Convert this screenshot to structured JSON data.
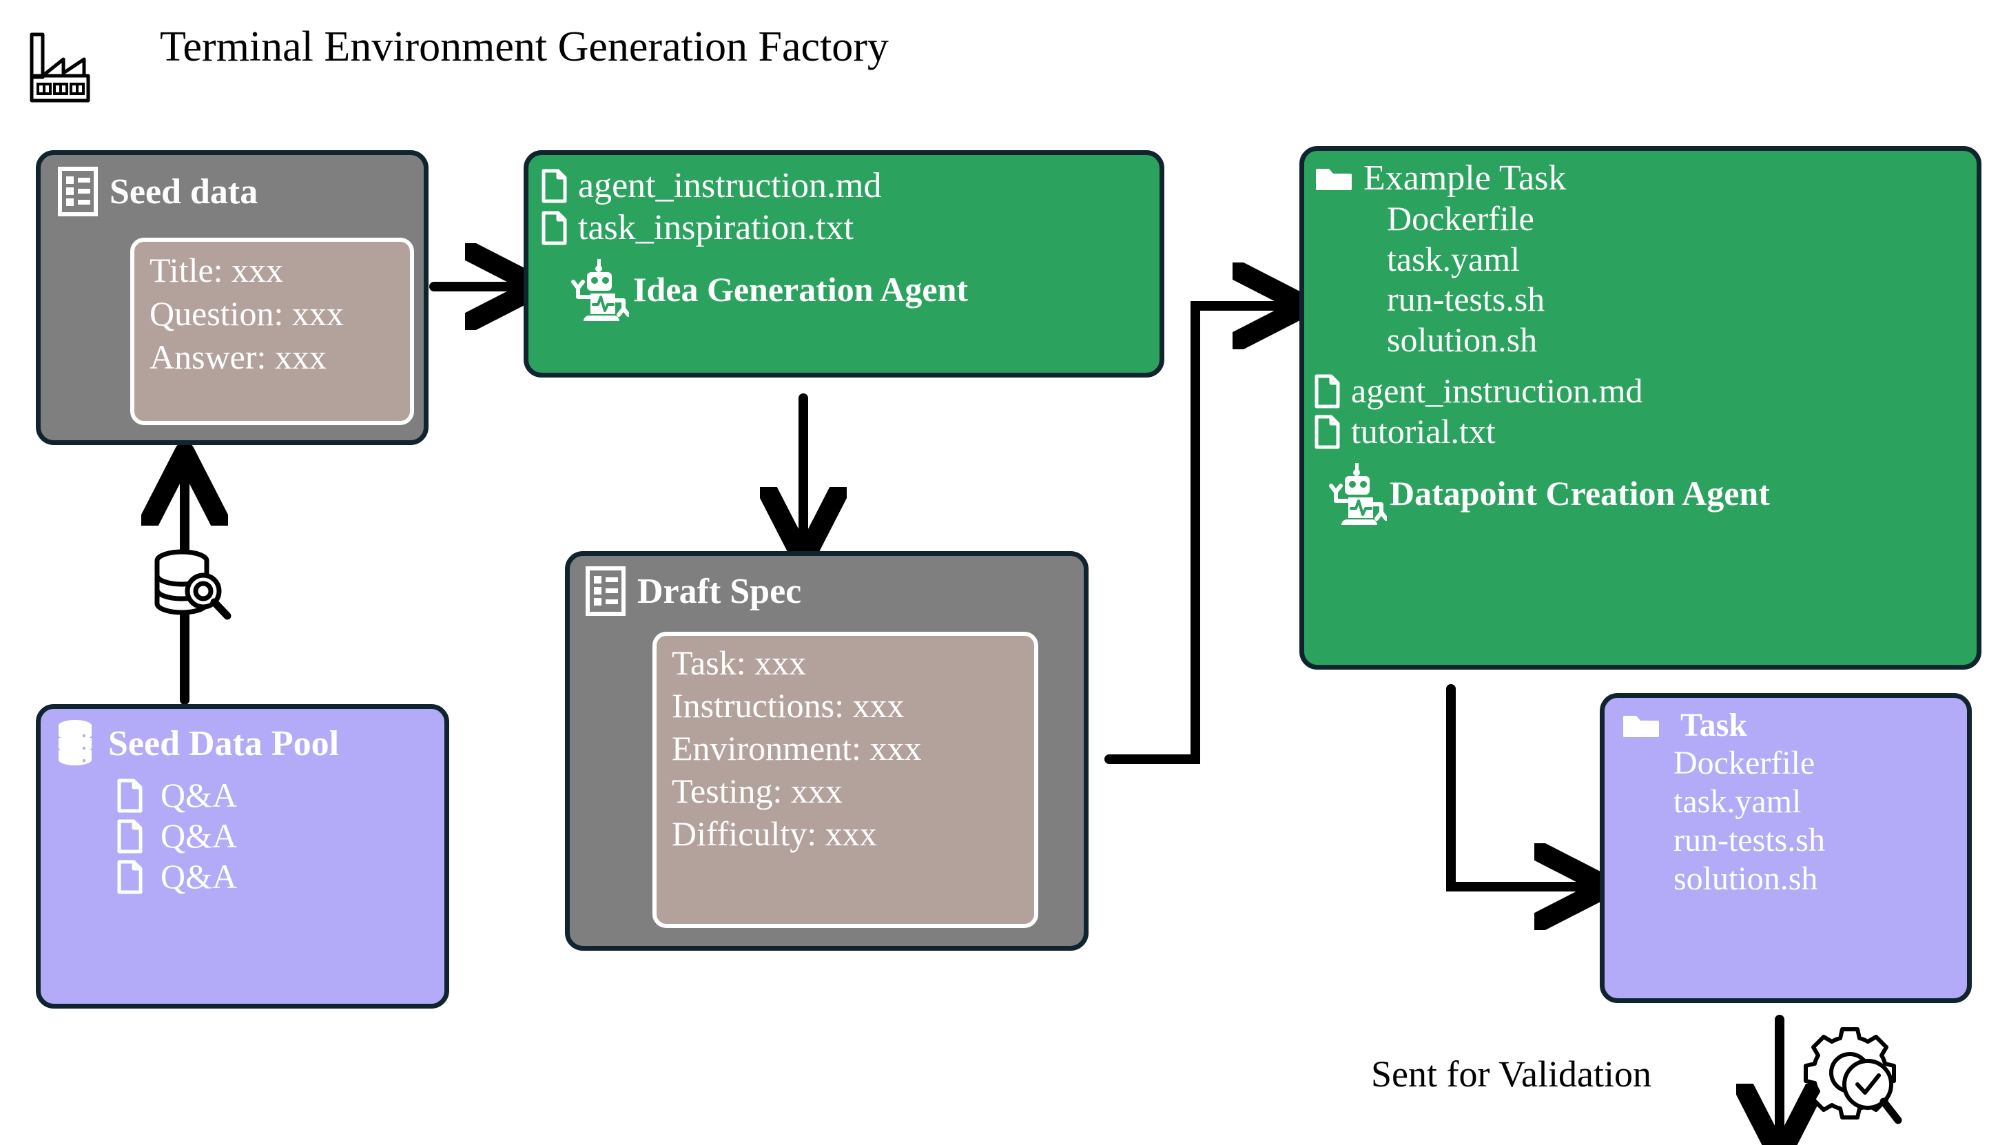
{
  "header": {
    "title": "Terminal Environment Generation Factory",
    "icon": "factory-icon"
  },
  "colors": {
    "green": "#2ba25e",
    "purple": "#b3abf7",
    "gray": "#7f7f7f",
    "inner_panel": "#b3a29c",
    "border": "#10242f",
    "arrow": "#000000",
    "text_on_card": "#ffffff",
    "page_text": "#000000"
  },
  "nodes": {
    "seed_data": {
      "title": "Seed data",
      "icon": "clipboard-list-icon",
      "fields": [
        "Title: xxx",
        "Question: xxx",
        "Answer: xxx"
      ]
    },
    "idea_agent": {
      "files": [
        "agent_instruction.md",
        "task_inspiration.txt"
      ],
      "agent_label": "Idea Generation Agent",
      "agent_icon": "robot-icon",
      "file_icon": "file-icon"
    },
    "draft_spec": {
      "title": "Draft Spec",
      "icon": "clipboard-list-icon",
      "fields": [
        "Task: xxx",
        "Instructions: xxx",
        "Environment: xxx",
        "Testing: xxx",
        "Difficulty: xxx"
      ]
    },
    "example_task": {
      "title": "Example Task",
      "folder_icon": "folder-icon",
      "contents": [
        "Dockerfile",
        "task.yaml",
        "run-tests.sh",
        "solution.sh"
      ],
      "files": [
        "agent_instruction.md",
        "tutorial.txt"
      ],
      "agent_label": "Datapoint Creation Agent",
      "agent_icon": "robot-icon",
      "file_icon": "file-icon"
    },
    "task": {
      "title": "Task",
      "folder_icon": "folder-icon",
      "contents": [
        "Dockerfile",
        "task.yaml",
        "run-tests.sh",
        "solution.sh"
      ]
    },
    "seed_pool": {
      "title": "Seed Data Pool",
      "icon": "database-icon",
      "file_icon": "file-icon",
      "items": [
        "Q&A",
        "Q&A",
        "Q&A"
      ]
    }
  },
  "connectors": {
    "seed_data_to_idea_agent": "arrow-right",
    "idea_agent_to_draft_spec": "arrow-down",
    "draft_spec_to_example_task": "elbow-arrow-right-up",
    "example_task_to_task": "elbow-arrow-down-right",
    "seed_pool_to_seed_data": "arrow-up",
    "db_search_icon": "database-search-icon",
    "task_to_validation": "arrow-down"
  },
  "footer": {
    "validation_label": "Sent for Validation",
    "validation_icon": "gear-check-magnifier-icon"
  }
}
